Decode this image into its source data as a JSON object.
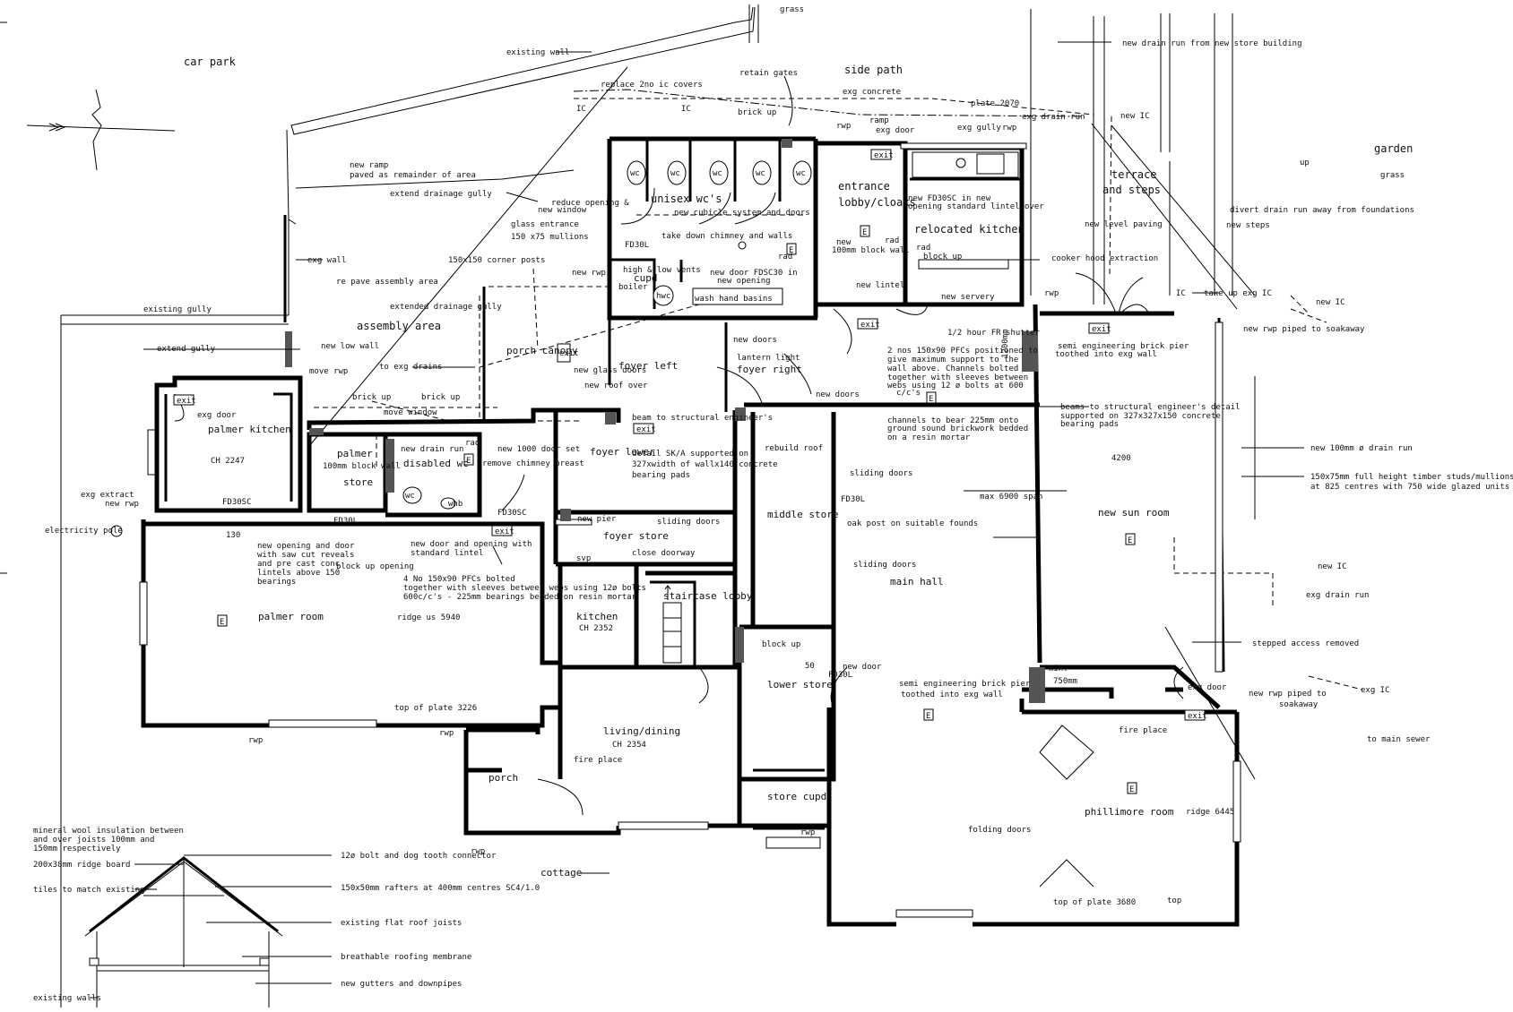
{
  "annotations": [
    {
      "id": "grass_top",
      "text": "grass"
    },
    {
      "id": "car_park",
      "text": "car park"
    },
    {
      "id": "existing_wall",
      "text": "existing wall"
    },
    {
      "id": "replace_ic",
      "text": "replace 2no ic covers"
    },
    {
      "id": "retain_gates",
      "text": "retain gates"
    },
    {
      "id": "side_path",
      "text": "side path"
    },
    {
      "id": "exg_concrete",
      "text": "exg concrete"
    },
    {
      "id": "brick_up_1",
      "text": "brick up"
    },
    {
      "id": "new_drain_store",
      "text": "new drain run from new store building"
    },
    {
      "id": "ic_1",
      "text": "IC"
    },
    {
      "id": "ic_2",
      "text": "IC"
    },
    {
      "id": "rwp_1",
      "text": "rwp"
    },
    {
      "id": "ramp",
      "text": "ramp"
    },
    {
      "id": "exg_door",
      "text": "exg door"
    },
    {
      "id": "plate_2070",
      "text": "plate 2070"
    },
    {
      "id": "exg_gully",
      "text": "exg gully"
    },
    {
      "id": "rwp_2",
      "text": "rwp"
    },
    {
      "id": "exg_drain_run",
      "text": "exg drain run"
    },
    {
      "id": "new_ic_1",
      "text": "new IC"
    },
    {
      "id": "garden",
      "text": "garden"
    },
    {
      "id": "grass_right",
      "text": "grass"
    },
    {
      "id": "up_1",
      "text": "up"
    },
    {
      "id": "new_ramp",
      "text": "new ramp"
    },
    {
      "id": "paved",
      "text": "paved as remainder of area"
    },
    {
      "id": "extend_drainage",
      "text": "extend drainage gully"
    },
    {
      "id": "reduce_opening",
      "text": "reduce opening &"
    },
    {
      "id": "new_window",
      "text": "new window"
    },
    {
      "id": "unisex_wcs",
      "text": "unisex wc's"
    },
    {
      "id": "new_cubicle",
      "text": "new cubicle system and doors"
    },
    {
      "id": "entrance",
      "text": "entrance"
    },
    {
      "id": "lobby_cloaks",
      "text": "lobby/cloaks"
    },
    {
      "id": "new_fd30sc",
      "text": "new FD30SC in new"
    },
    {
      "id": "opening_lintel",
      "text": "opening standard lintel over"
    },
    {
      "id": "terrace",
      "text": "terrace"
    },
    {
      "id": "and_steps",
      "text": "and steps"
    },
    {
      "id": "divert_drain",
      "text": "divert drain run away from foundations"
    },
    {
      "id": "new_steps",
      "text": "new steps"
    },
    {
      "id": "new_level_paving",
      "text": "new level paving"
    },
    {
      "id": "glass_entrance",
      "text": "glass entrance"
    },
    {
      "id": "mullions",
      "text": "150 x75 mullions"
    },
    {
      "id": "take_down",
      "text": "take down chimney and walls"
    },
    {
      "id": "relocated_kitchen",
      "text": "relocated kitchen"
    },
    {
      "id": "new_block_wall",
      "text": "new"
    },
    {
      "id": "block_wall_2",
      "text": "100mm block wall"
    },
    {
      "id": "block_up_1",
      "text": "block up"
    },
    {
      "id": "exg_wall",
      "text": "exg wall"
    },
    {
      "id": "corner_posts",
      "text": "150x150 corner posts"
    },
    {
      "id": "cooker_hood",
      "text": "cooker hood extraction"
    },
    {
      "id": "high_low",
      "text": "high & low vents"
    },
    {
      "id": "cupd_1",
      "text": "cupd"
    },
    {
      "id": "boiler",
      "text": "boiler"
    },
    {
      "id": "new_door_fdsc30",
      "text": "new door FDSC30 in"
    },
    {
      "id": "new_opening",
      "text": "new opening"
    },
    {
      "id": "re_pave",
      "text": "re pave assembly area"
    },
    {
      "id": "new_rwp_1",
      "text": "new rwp"
    },
    {
      "id": "hwc",
      "text": "hwc"
    },
    {
      "id": "wash_basins",
      "text": "wash hand basins"
    },
    {
      "id": "new_lintel",
      "text": "new lintel"
    },
    {
      "id": "new_servery",
      "text": "new servery"
    },
    {
      "id": "rwp_3",
      "text": "rwp"
    },
    {
      "id": "ic_3",
      "text": "IC"
    },
    {
      "id": "take_up_ic",
      "text": "take up exg IC"
    },
    {
      "id": "new_ic_2",
      "text": "new IC"
    },
    {
      "id": "new_rwp_soakaway",
      "text": "new rwp piped to soakaway"
    },
    {
      "id": "existing_gully",
      "text": "existing gully"
    },
    {
      "id": "extended_drainage",
      "text": "extended drainage gully"
    },
    {
      "id": "assembly_area",
      "text": "assembly    area"
    },
    {
      "id": "fr_shutter",
      "text": "1/2 hour FR shutter"
    },
    {
      "id": "extend_gully",
      "text": "extend gully"
    },
    {
      "id": "new_low_wall",
      "text": "new low wall"
    },
    {
      "id": "porch_canopy",
      "text": "porch canopy"
    },
    {
      "id": "new_doors_1",
      "text": "new doors"
    },
    {
      "id": "mm1200",
      "text": "1200mm"
    },
    {
      "id": "semi_brick_pier_1",
      "text": "semi engineering brick pier"
    },
    {
      "id": "toothed_1",
      "text": "toothed into exg wall"
    },
    {
      "id": "move_rwp",
      "text": "move rwp"
    },
    {
      "id": "to_exg_drains",
      "text": "to exg drains"
    },
    {
      "id": "foyer_left",
      "text": "foyer left"
    },
    {
      "id": "new_glass_doors",
      "text": "new glass doors"
    },
    {
      "id": "lantern_light",
      "text": "lantern light"
    },
    {
      "id": "foyer_right",
      "text": "foyer right"
    },
    {
      "id": "pfc_1",
      "text": "2 nos 150x90 PFCs positioned to"
    },
    {
      "id": "pfc_2",
      "text": "give maximum support to the"
    },
    {
      "id": "pfc_3",
      "text": "wall above. Channels bolted"
    },
    {
      "id": "pfc_4",
      "text": "together with sleeves between"
    },
    {
      "id": "pfc_5",
      "text": "webs using 12 ø bolts at 600"
    },
    {
      "id": "pfc_6",
      "text": "c/c's"
    },
    {
      "id": "new_roof_over",
      "text": "new roof over"
    },
    {
      "id": "brick_up_2",
      "text": "brick up"
    },
    {
      "id": "brick_up_3",
      "text": "brick up"
    },
    {
      "id": "move_window",
      "text": "move window"
    },
    {
      "id": "new_doors_2",
      "text": "new doors"
    },
    {
      "id": "beams_1",
      "text": "beams to structural engineer's detail"
    },
    {
      "id": "beams_2",
      "text": "supported on 327x327x150 concrete"
    },
    {
      "id": "beams_3",
      "text": "bearing pads"
    },
    {
      "id": "palmer_kitchen",
      "text": "palmer kitchen"
    },
    {
      "id": "ch_2247",
      "text": "CH 2247"
    },
    {
      "id": "exg_door_2",
      "text": "exg door"
    },
    {
      "id": "palmer",
      "text": "palmer"
    },
    {
      "id": "block_wall_3",
      "text": "100mm block wall"
    },
    {
      "id": "store",
      "text": "store"
    },
    {
      "id": "new_drain_run",
      "text": "new drain run"
    },
    {
      "id": "disabled_wc",
      "text": "disabled wc"
    },
    {
      "id": "new_door_set",
      "text": "new 1000 door set"
    },
    {
      "id": "remove_chimney",
      "text": "remove chimney breast"
    },
    {
      "id": "beam_1",
      "text": "beam to structural engineer's"
    },
    {
      "id": "beam_2",
      "text": "detail SK/A supported on"
    },
    {
      "id": "beam_3",
      "text": "327xwidth of wallx140 concrete"
    },
    {
      "id": "beam_4",
      "text": "bearing pads"
    },
    {
      "id": "foyer_lower",
      "text": "foyer lower"
    },
    {
      "id": "channels_1",
      "text": "channels to bear 225mm onto"
    },
    {
      "id": "channels_2",
      "text": "ground sound brickwork bedded"
    },
    {
      "id": "channels_3",
      "text": "on a resin mortar"
    },
    {
      "id": "rebuild_roof",
      "text": "rebuild roof"
    },
    {
      "id": "dim_4200",
      "text": "4200"
    },
    {
      "id": "new_100_drain",
      "text": "new 100mm ø drain run"
    },
    {
      "id": "studs_1",
      "text": "150x75mm full height timber studs/mullions"
    },
    {
      "id": "studs_2",
      "text": "at 825 centres with 750 wide glazed units between"
    },
    {
      "id": "exg_extract",
      "text": "exg extract"
    },
    {
      "id": "new_rwp_2",
      "text": "new rwp"
    },
    {
      "id": "fd30sc_1",
      "text": "FD30SC"
    },
    {
      "id": "wc",
      "text": "wc"
    },
    {
      "id": "whb",
      "text": "whb"
    },
    {
      "id": "fd30sc_2",
      "text": "FD30SC"
    },
    {
      "id": "sliding_doors_1",
      "text": "sliding doors"
    },
    {
      "id": "fd30l_1",
      "text": "FD30L"
    },
    {
      "id": "max_span",
      "text": "max 6900 span"
    },
    {
      "id": "new_sun_room",
      "text": "new sun room"
    },
    {
      "id": "electricity_pole",
      "text": "electricity pole"
    },
    {
      "id": "fd30l_2",
      "text": "FD30L"
    },
    {
      "id": "new_pier",
      "text": "new pier"
    },
    {
      "id": "sliding_doors_2",
      "text": "sliding doors"
    },
    {
      "id": "middle_store",
      "text": "middle store"
    },
    {
      "id": "oak_post",
      "text": "oak post on suitable founds"
    },
    {
      "id": "dim_130",
      "text": "130"
    },
    {
      "id": "foyer_store",
      "text": "foyer store"
    },
    {
      "id": "new_opening_1",
      "text": "new opening and door"
    },
    {
      "id": "new_opening_2",
      "text": "with saw cut reveals"
    },
    {
      "id": "new_opening_3",
      "text": "and pre cast conc"
    },
    {
      "id": "new_opening_4",
      "text": "lintels above 150"
    },
    {
      "id": "new_opening_5",
      "text": "bearings"
    },
    {
      "id": "new_door_opening_1",
      "text": "new door and opening with"
    },
    {
      "id": "new_door_opening_2",
      "text": "standard lintel"
    },
    {
      "id": "close_doorway",
      "text": "close doorway"
    },
    {
      "id": "svp",
      "text": "svp"
    },
    {
      "id": "block_up_opening",
      "text": "block up opening"
    },
    {
      "id": "sliding_doors_3",
      "text": "sliding doors"
    },
    {
      "id": "new_ic_3",
      "text": "new IC"
    },
    {
      "id": "main_hall",
      "text": "main hall"
    },
    {
      "id": "pfc_b1",
      "text": "4 No 150x90 PFCs bolted"
    },
    {
      "id": "pfc_b2",
      "text": "together with sleeves between webs using 12ø bolts"
    },
    {
      "id": "pfc_b3",
      "text": "600c/c's - 225mm bearings bedded on resin mortar"
    },
    {
      "id": "staircase_lobby",
      "text": "staircase lobby"
    },
    {
      "id": "exg_drain_run_2",
      "text": "exg drain run"
    },
    {
      "id": "palmer_room",
      "text": "palmer room"
    },
    {
      "id": "ridge_5940",
      "text": "ridge us 5940"
    },
    {
      "id": "kitchen",
      "text": "kitchen"
    },
    {
      "id": "ch_2352",
      "text": "CH 2352"
    },
    {
      "id": "block_up_2",
      "text": "block up"
    },
    {
      "id": "stepped_access",
      "text": "stepped access removed"
    },
    {
      "id": "dim_50",
      "text": "50"
    },
    {
      "id": "new_door",
      "text": "new door"
    },
    {
      "id": "fd30l_3",
      "text": "FD30L"
    },
    {
      "id": "min",
      "text": "min."
    },
    {
      "id": "mm750",
      "text": "750mm"
    },
    {
      "id": "semi_brick_pier_2",
      "text": "semi engineering brick pier"
    },
    {
      "id": "toothed_2",
      "text": "toothed into exg wall"
    },
    {
      "id": "lower_store",
      "text": "lower store"
    },
    {
      "id": "exg_door_3",
      "text": "exg door"
    },
    {
      "id": "new_rwp_soakaway_2",
      "text": "new rwp piped to"
    },
    {
      "id": "soakaway",
      "text": "soakaway"
    },
    {
      "id": "exg_ic",
      "text": "exg IC"
    },
    {
      "id": "top_plate_3226",
      "text": "top of plate 3226"
    },
    {
      "id": "rwp_4",
      "text": "rwp"
    },
    {
      "id": "rwp_5",
      "text": "rwp"
    },
    {
      "id": "living_dining",
      "text": "living/dining"
    },
    {
      "id": "ch_2354",
      "text": "CH 2354"
    },
    {
      "id": "fire_place_1",
      "text": "fire place"
    },
    {
      "id": "fire_place_2",
      "text": "fire place"
    },
    {
      "id": "to_main_sewer",
      "text": "to main sewer"
    },
    {
      "id": "porch",
      "text": "porch"
    },
    {
      "id": "store_cupd",
      "text": "store cupd"
    },
    {
      "id": "phillimore_room",
      "text": "phillimore room"
    },
    {
      "id": "ridge_6445",
      "text": "ridge 6445"
    },
    {
      "id": "mineral_1",
      "text": "mineral wool insulation between"
    },
    {
      "id": "mineral_2",
      "text": "and over joists   100mm and"
    },
    {
      "id": "mineral_3",
      "text": "150mm respectively"
    },
    {
      "id": "ridge_board",
      "text": "200x38mm ridge board"
    },
    {
      "id": "tiles",
      "text": "tiles to match existing"
    },
    {
      "id": "bolt_connector",
      "text": "12ø bolt and dog tooth connector"
    },
    {
      "id": "rafters",
      "text": "150x50mm rafters at 400mm centres SC4/1.0"
    },
    {
      "id": "flat_roof",
      "text": "existing flat roof joists"
    },
    {
      "id": "membrane",
      "text": "breathable roofing membrane"
    },
    {
      "id": "gutters",
      "text": "new gutters and downpipes"
    },
    {
      "id": "existing_walls",
      "text": "existing walls"
    },
    {
      "id": "cottage",
      "text": "cottage"
    },
    {
      "id": "folding_doors",
      "text": "folding doors"
    },
    {
      "id": "rwp_6",
      "text": "rwp"
    },
    {
      "id": "rwp_7",
      "text": "rwp"
    },
    {
      "id": "top_plate_3680",
      "text": "top of plate 3680"
    },
    {
      "id": "top",
      "text": "top"
    },
    {
      "id": "rad_1",
      "text": "rad"
    },
    {
      "id": "rad_2",
      "text": "rad"
    },
    {
      "id": "rad_3",
      "text": "rad"
    },
    {
      "id": "rad_4",
      "text": "rad"
    },
    {
      "id": "fd30l_wc",
      "text": "FD30L"
    }
  ],
  "fixtures": {
    "wc_label": "wc",
    "exit_label": "exit",
    "e_label": "E"
  }
}
